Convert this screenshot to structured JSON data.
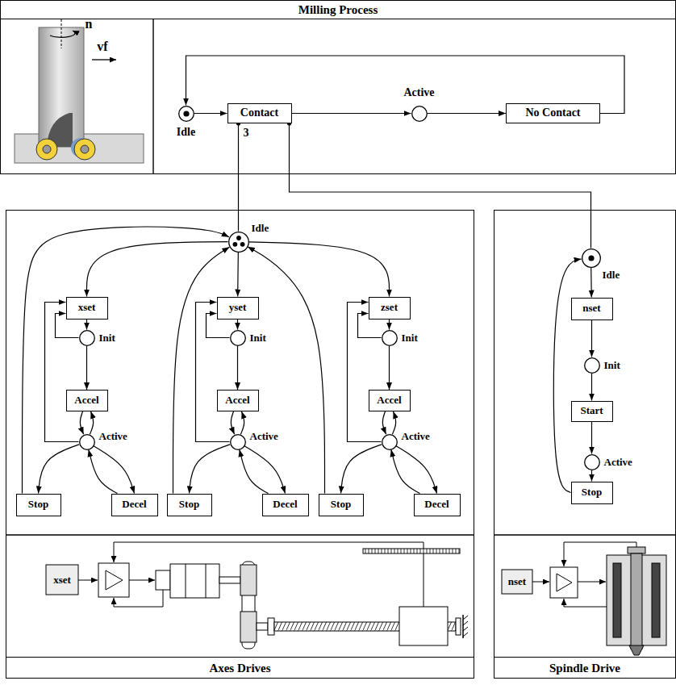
{
  "diagram": {
    "nodes": [
      {
        "text": [
          "Milling Process"
        ]
      },
      {
        "text": [
          "Idle"
        ],
        "in": 0
      },
      {
        "text": [
          "Contact"
        ],
        "in": 0
      },
      {
        "text": [
          "Active"
        ],
        "in": 0
      },
      {
        "text": [
          "No Contact"
        ],
        "in": 0
      },
      {
        "text": [
          "Axes Drives"
        ]
      },
      {
        "text": [
          "Idle"
        ],
        "in": 5
      },
      {
        "text": [
          "xset"
        ],
        "in": 5
      },
      {
        "text": [
          "Init"
        ],
        "in": 5
      },
      {
        "text": [
          "Accel"
        ],
        "in": 5
      },
      {
        "text": [
          "Active"
        ],
        "in": 5
      },
      {
        "text": [
          "Stop"
        ],
        "in": 5
      },
      {
        "text": [
          "Decel"
        ],
        "in": 5
      },
      {
        "text": [
          "yset"
        ],
        "in": 5
      },
      {
        "text": [
          "Init"
        ],
        "in": 5
      },
      {
        "text": [
          "Accel"
        ],
        "in": 5
      },
      {
        "text": [
          "Active"
        ],
        "in": 5
      },
      {
        "text": [
          "Stop"
        ],
        "in": 5
      },
      {
        "text": [
          "Decel"
        ],
        "in": 5
      },
      {
        "text": [
          "zset"
        ],
        "in": 5
      },
      {
        "text": [
          "Init"
        ],
        "in": 5
      },
      {
        "text": [
          "Accel"
        ],
        "in": 5
      },
      {
        "text": [
          "Active"
        ],
        "in": 5
      },
      {
        "text": [
          "Stop"
        ],
        "in": 5
      },
      {
        "text": [
          "Decel"
        ],
        "in": 5
      },
      {
        "text": [
          "Spindle Drive"
        ]
      },
      {
        "text": [
          "Idle"
        ],
        "in": 25
      },
      {
        "text": [
          "nset"
        ],
        "in": 25
      },
      {
        "text": [
          "Init"
        ],
        "in": 25
      },
      {
        "text": [
          "Start"
        ],
        "in": 25
      },
      {
        "text": [
          "Active"
        ],
        "in": 25
      },
      {
        "text": [
          "Stop"
        ],
        "in": 25
      }
    ],
    "edges": [
      {
        "from": 1,
        "to": 2,
        "arrow": "to"
      },
      {
        "from": 2,
        "to": 3,
        "arrow": "to"
      },
      {
        "from": 3,
        "to": 4,
        "arrow": "to"
      },
      {
        "from": 4,
        "to": 1,
        "arrow": "to"
      },
      {
        "from": 2,
        "to": 6,
        "label": "3",
        "arrow": "none"
      },
      {
        "from": 2,
        "to": 26,
        "arrow": "none"
      },
      {
        "from": 6,
        "to": 7,
        "arrow": "to"
      },
      {
        "from": 7,
        "to": 8,
        "arrow": "to"
      },
      {
        "from": 8,
        "to": 7,
        "arrow": "to"
      },
      {
        "from": 8,
        "to": 9,
        "arrow": "to"
      },
      {
        "from": 9,
        "to": 10,
        "arrow": "to"
      },
      {
        "from": 10,
        "to": 9,
        "arrow": "to"
      },
      {
        "from": 10,
        "to": 7,
        "arrow": "to"
      },
      {
        "from": 10,
        "to": 11,
        "arrow": "to"
      },
      {
        "from": 10,
        "to": 12,
        "arrow": "to"
      },
      {
        "from": 12,
        "to": 10,
        "arrow": "to"
      },
      {
        "from": 11,
        "to": 6,
        "arrow": "to"
      },
      {
        "from": 6,
        "to": 13,
        "arrow": "to"
      },
      {
        "from": 13,
        "to": 14,
        "arrow": "to"
      },
      {
        "from": 14,
        "to": 13,
        "arrow": "to"
      },
      {
        "from": 14,
        "to": 15,
        "arrow": "to"
      },
      {
        "from": 15,
        "to": 16,
        "arrow": "to"
      },
      {
        "from": 16,
        "to": 15,
        "arrow": "to"
      },
      {
        "from": 16,
        "to": 13,
        "arrow": "to"
      },
      {
        "from": 16,
        "to": 17,
        "arrow": "to"
      },
      {
        "from": 16,
        "to": 18,
        "arrow": "to"
      },
      {
        "from": 18,
        "to": 16,
        "arrow": "to"
      },
      {
        "from": 17,
        "to": 6,
        "arrow": "to"
      },
      {
        "from": 6,
        "to": 19,
        "arrow": "to"
      },
      {
        "from": 19,
        "to": 20,
        "arrow": "to"
      },
      {
        "from": 20,
        "to": 19,
        "arrow": "to"
      },
      {
        "from": 20,
        "to": 21,
        "arrow": "to"
      },
      {
        "from": 21,
        "to": 22,
        "arrow": "to"
      },
      {
        "from": 22,
        "to": 21,
        "arrow": "to"
      },
      {
        "from": 22,
        "to": 19,
        "arrow": "to"
      },
      {
        "from": 22,
        "to": 23,
        "arrow": "to"
      },
      {
        "from": 22,
        "to": 24,
        "arrow": "to"
      },
      {
        "from": 24,
        "to": 22,
        "arrow": "to"
      },
      {
        "from": 23,
        "to": 6,
        "arrow": "to"
      },
      {
        "from": 26,
        "to": 27,
        "arrow": "to"
      },
      {
        "from": 27,
        "to": 28,
        "arrow": "to"
      },
      {
        "from": 28,
        "to": 29,
        "arrow": "to"
      },
      {
        "from": 29,
        "to": 30,
        "arrow": "to"
      },
      {
        "from": 30,
        "to": 31,
        "arrow": "to"
      },
      {
        "from": 31,
        "to": 26,
        "arrow": "to"
      }
    ],
    "labels": [
      "n",
      "vf",
      "xset",
      "nset"
    ]
  }
}
